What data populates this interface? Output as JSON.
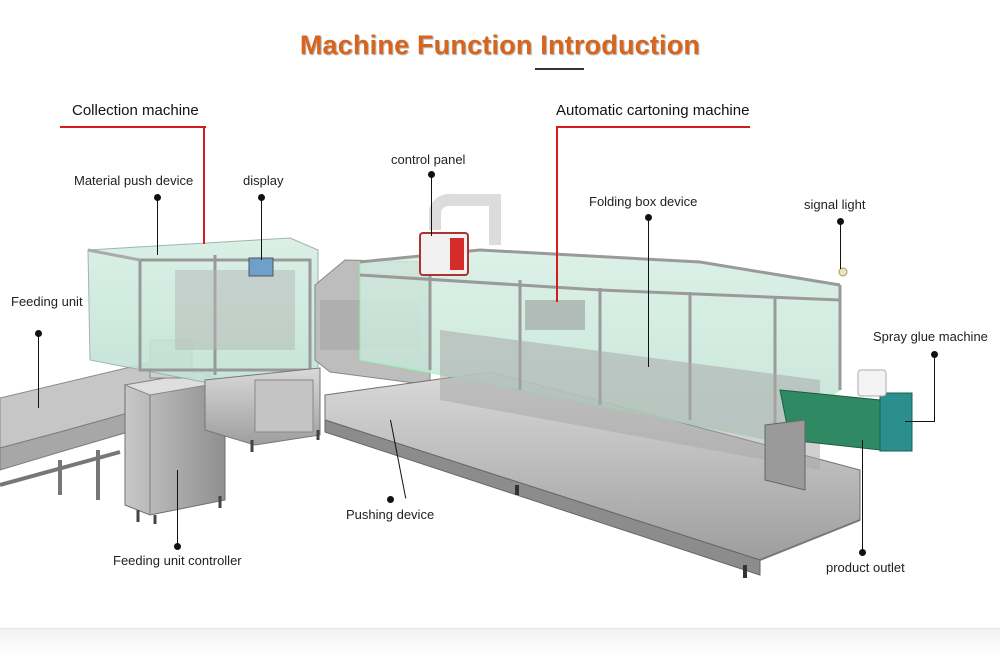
{
  "title": "Machine Function Introduction",
  "colors": {
    "title": "#d9641c",
    "section_line": "#d21e1e",
    "leader_line": "#111111"
  },
  "sections": {
    "collection": "Collection machine",
    "cartoning": "Automatic cartoning machine"
  },
  "callouts": {
    "material_push": "Material push device",
    "display": "display",
    "feeding_unit": "Feeding unit",
    "control_panel": "control panel",
    "folding_box": "Folding box device",
    "signal_light": "signal light",
    "spray_glue": "Spray glue machine",
    "pushing_device": "Pushing device",
    "feeding_controller": "Feeding unit controller",
    "product_outlet": "product outlet"
  }
}
